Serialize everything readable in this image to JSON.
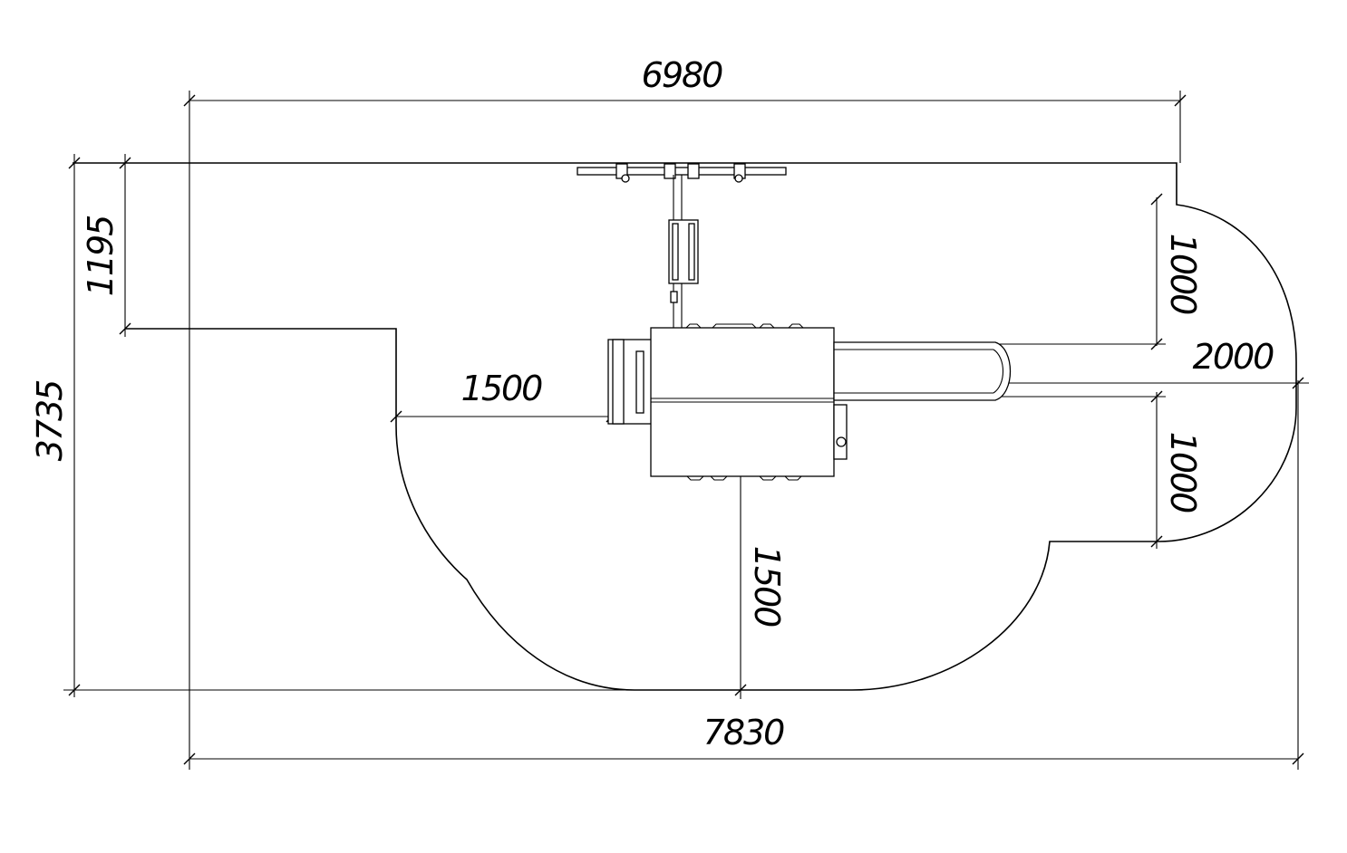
{
  "dimensions": {
    "top_width": "6980",
    "bottom_width": "7830",
    "left_height": "3735",
    "left_offset": "1195",
    "inner_left_gap": "1500",
    "bottom_gap": "1500",
    "right_upper": "1000",
    "right_lower": "1000",
    "right_width": "2000"
  }
}
